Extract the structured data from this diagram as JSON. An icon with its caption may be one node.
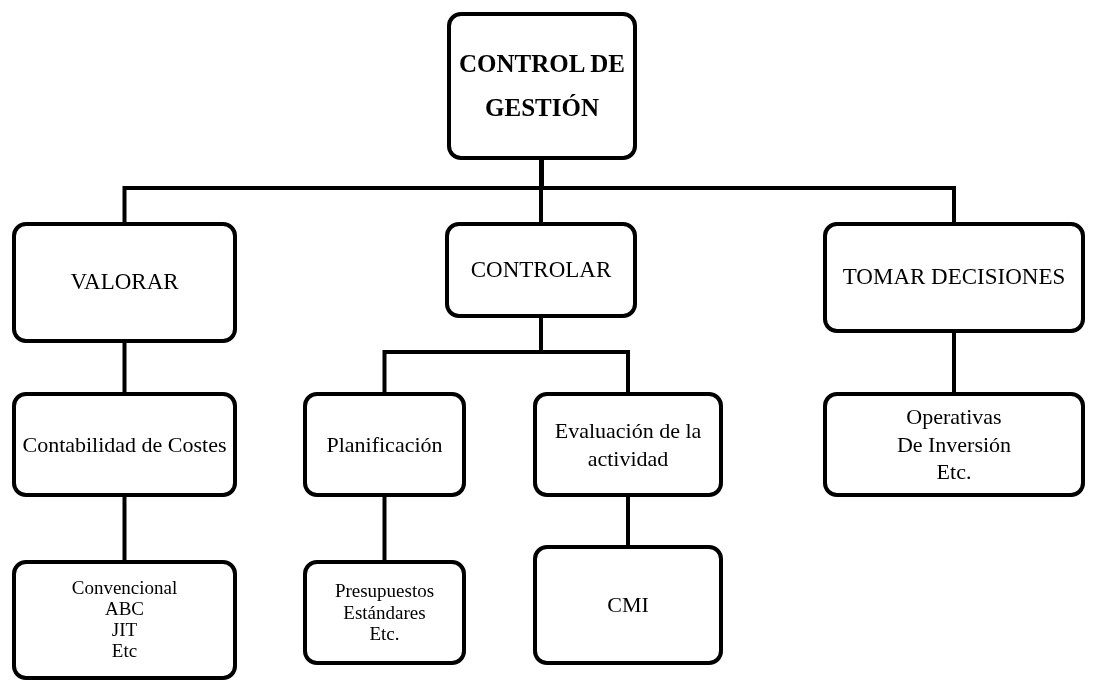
{
  "diagram": {
    "nodes": [
      {
        "text": [
          "CONTROL DE GESTIÓN"
        ]
      },
      {
        "text": [
          "VALORAR"
        ]
      },
      {
        "text": [
          "CONTROLAR"
        ]
      },
      {
        "text": [
          "TOMAR DECISIONES"
        ]
      },
      {
        "text": [
          "Contabilidad de Costes"
        ]
      },
      {
        "text": [
          "Planificación"
        ]
      },
      {
        "text": [
          "Evaluación de la actividad"
        ]
      },
      {
        "text": [
          "Operativas",
          "De Inversión",
          "Etc."
        ]
      },
      {
        "text": [
          "Convencional",
          "ABC",
          "JIT",
          "Etc"
        ]
      },
      {
        "text": [
          "Presupuestos",
          "Estándares",
          "Etc."
        ]
      },
      {
        "text": [
          "CMI"
        ]
      }
    ],
    "edges": [
      {
        "from": 0,
        "to": 1,
        "arrow": "none"
      },
      {
        "from": 0,
        "to": 2,
        "arrow": "none"
      },
      {
        "from": 0,
        "to": 3,
        "arrow": "none"
      },
      {
        "from": 1,
        "to": 4,
        "arrow": "none"
      },
      {
        "from": 2,
        "to": 5,
        "arrow": "none"
      },
      {
        "from": 2,
        "to": 6,
        "arrow": "none"
      },
      {
        "from": 3,
        "to": 7,
        "arrow": "none"
      },
      {
        "from": 4,
        "to": 8,
        "arrow": "none"
      },
      {
        "from": 5,
        "to": 9,
        "arrow": "none"
      },
      {
        "from": 6,
        "to": 10,
        "arrow": "none"
      }
    ]
  }
}
